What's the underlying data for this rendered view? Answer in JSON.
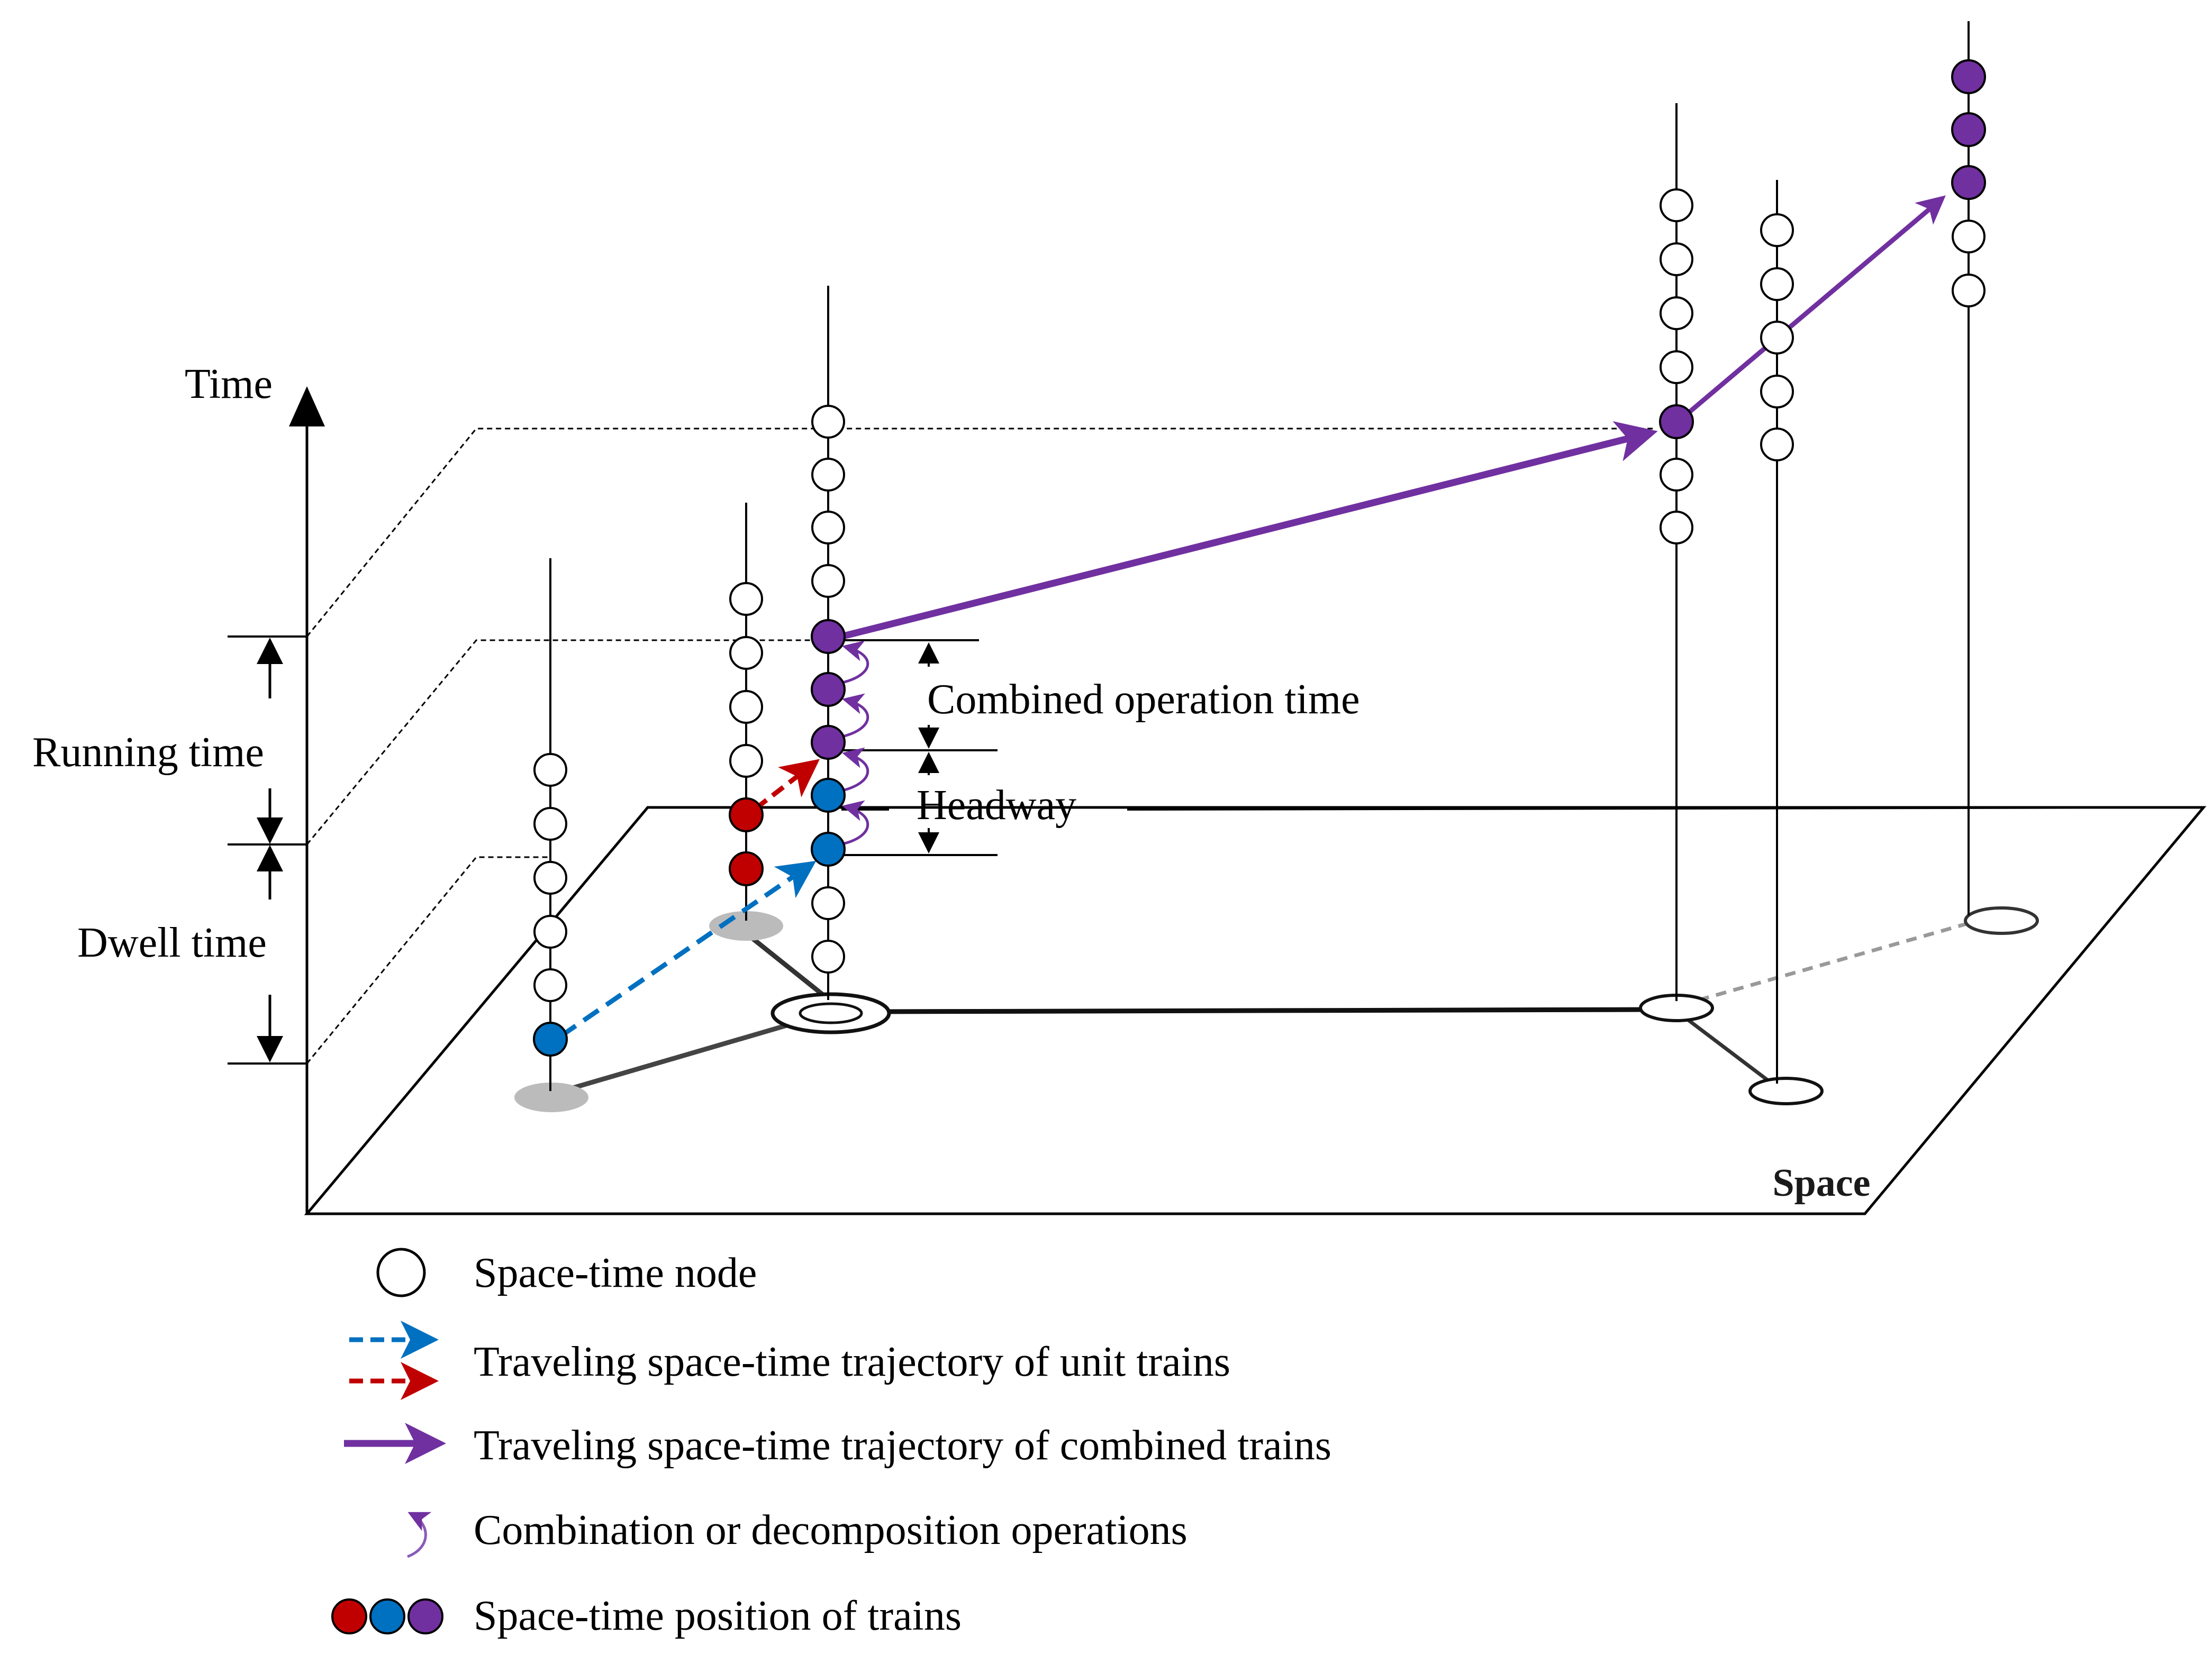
{
  "labels": {
    "time_axis": "Time",
    "space_axis": "Space",
    "running_time": "Running time",
    "dwell_time": "Dwell time",
    "combined_operation_time": "Combined operation time",
    "headway": "Headway"
  },
  "legend": [
    {
      "icon": "open-node-icon",
      "text": "Space-time node"
    },
    {
      "icon": "dashed-arrows-icon",
      "text": "Traveling space-time trajectory of unit trains"
    },
    {
      "icon": "solid-purple-arrow-icon",
      "text": "Traveling space-time trajectory of combined trains"
    },
    {
      "icon": "curved-arrow-icon",
      "text": "Combination or decomposition operations"
    },
    {
      "icon": "colored-nodes-icon",
      "text": "Space-time position of trains"
    }
  ],
  "colors": {
    "red_train": "#c00000",
    "blue_train": "#0070c0",
    "purple_train": "#7030a0",
    "node_outline": "#000000"
  }
}
